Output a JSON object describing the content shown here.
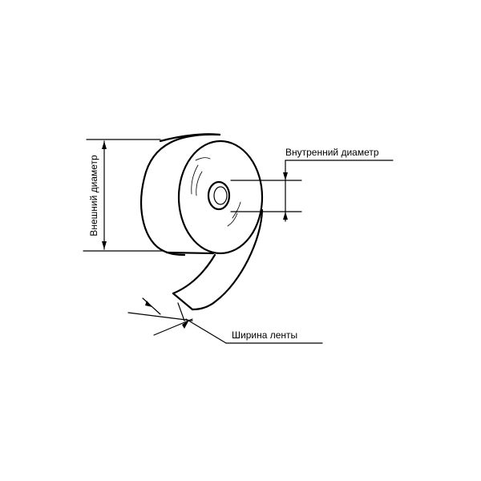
{
  "labels": {
    "outer_diameter": "Внешний диаметр",
    "inner_diameter": "Внутренний диаметр",
    "tape_width": "Ширина ленты"
  }
}
